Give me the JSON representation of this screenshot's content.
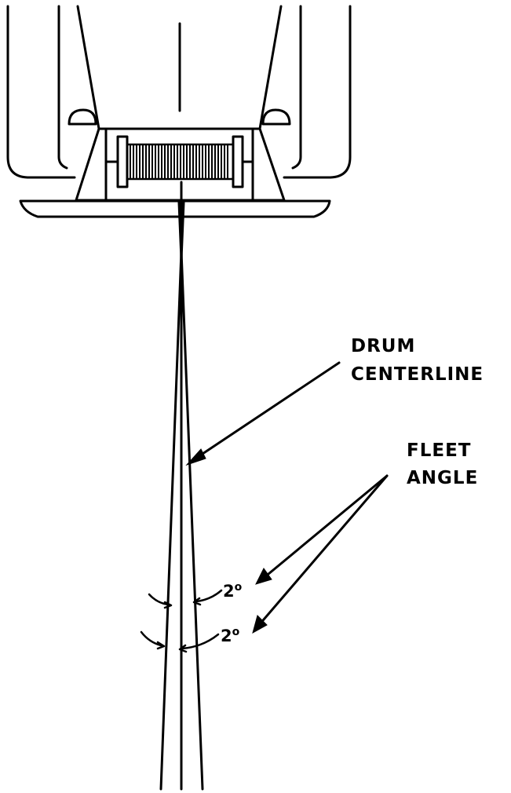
{
  "labels": {
    "drum_centerline_line1": "DRUM",
    "drum_centerline_line2": "CENTERLINE",
    "fleet_angle_line1": "FLEET",
    "fleet_angle_line2": "ANGLE"
  },
  "angles": [
    {
      "value": "2",
      "unit": "o"
    },
    {
      "value": "2",
      "unit": "o"
    }
  ]
}
